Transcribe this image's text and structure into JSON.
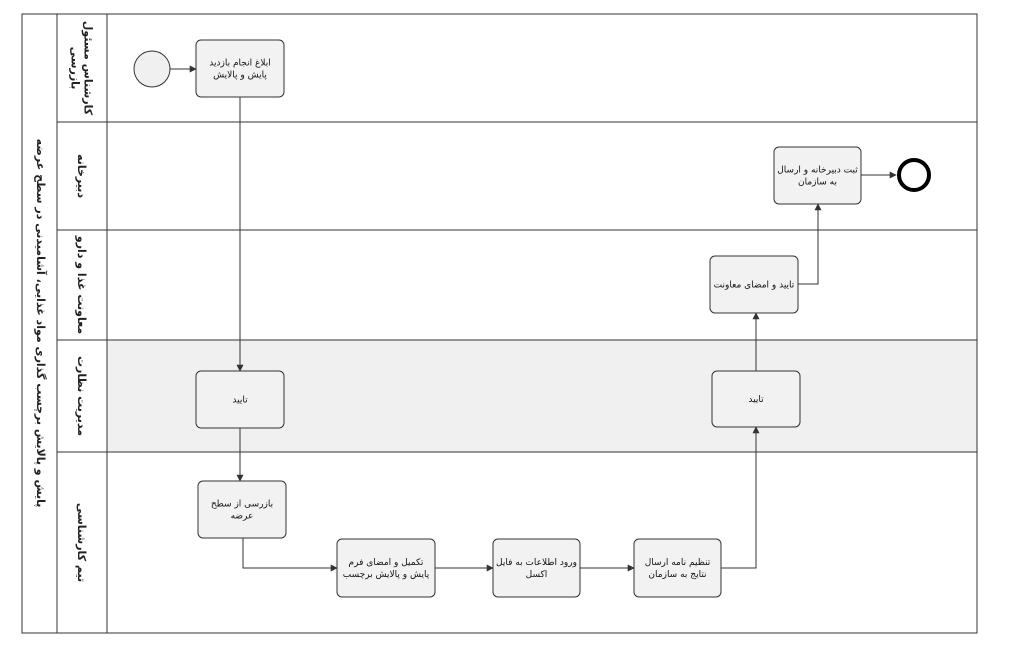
{
  "pool": {
    "title": "پایش و پالایش برچسب گذاری مواد غذایی، آشامیدنی در سطح عرضه"
  },
  "lanes": [
    {
      "id": "expert",
      "label_lines": [
        "کارشناس مسئول",
        "بازرسی"
      ],
      "shaded": false
    },
    {
      "id": "secretariat",
      "label_lines": [
        "دبیرخانه"
      ],
      "shaded": false
    },
    {
      "id": "deputy",
      "label_lines": [
        "معاونت غذا و دارو"
      ],
      "shaded": false
    },
    {
      "id": "management",
      "label_lines": [
        "مدیریت نظارت"
      ],
      "shaded": true
    },
    {
      "id": "team",
      "label_lines": [
        "تیم کارشناسی"
      ],
      "shaded": false
    }
  ],
  "tasks": [
    {
      "id": "t1",
      "lines": [
        "ابلاغ انجام بازدید",
        "پایش و پالایش"
      ]
    },
    {
      "id": "t2",
      "lines": [
        "تایید"
      ]
    },
    {
      "id": "t3",
      "lines": [
        "بازرسی از سطح",
        "عرضه"
      ]
    },
    {
      "id": "t4",
      "lines": [
        "تکمیل و امضای فرم",
        "پایش و پالایش برچسب"
      ]
    },
    {
      "id": "t5",
      "lines": [
        "ورود اطلاعات به فایل",
        "اکسل"
      ]
    },
    {
      "id": "t6",
      "lines": [
        "تنظیم نامه ارسال",
        "نتایج به سازمان"
      ]
    },
    {
      "id": "t7",
      "lines": [
        "تایید"
      ]
    },
    {
      "id": "t8",
      "lines": [
        "تایید و امضای معاونت"
      ]
    },
    {
      "id": "t9",
      "lines": [
        "ثبت دبیرخانه و ارسال",
        "به سازمان"
      ]
    }
  ],
  "events": [
    {
      "id": "start",
      "type": "start"
    },
    {
      "id": "end",
      "type": "end"
    }
  ],
  "colors": {
    "lane_shade": "#f0f0f0",
    "task_fill": "#f2f2f2",
    "stroke": "#333333",
    "end_stroke": "#000000"
  }
}
